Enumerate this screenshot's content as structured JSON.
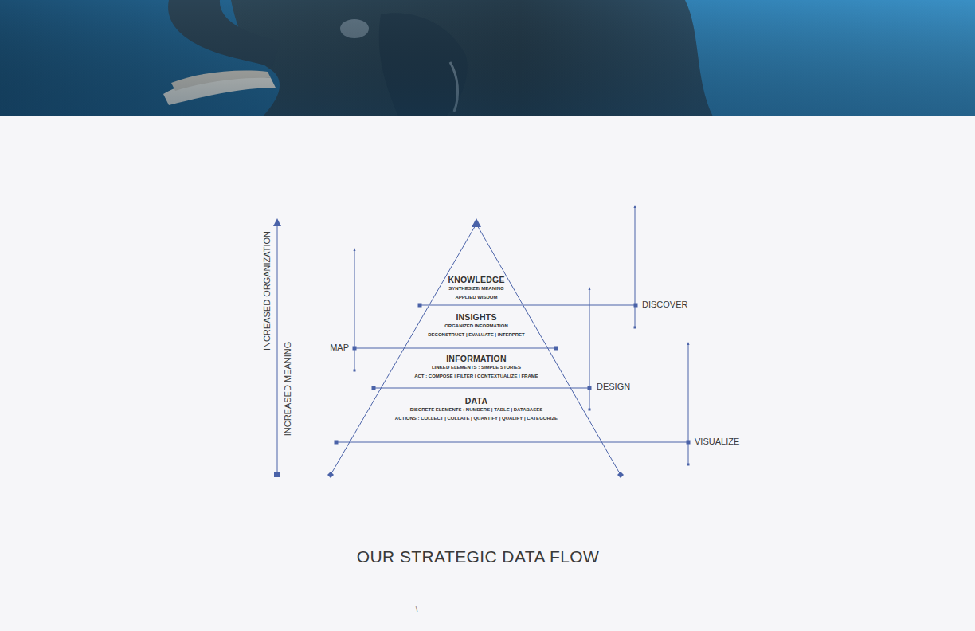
{
  "diagram": {
    "title": "OUR STRATEGIC DATA FLOW",
    "nodes": [
      {
        "text": [
          "KNOWLEDGE",
          "SYNTHESIZE/ MEANING",
          "APPLIED WISDOM"
        ]
      },
      {
        "text": [
          "INSIGHTS",
          "ORGANIZED INFORMATION",
          "DECONSTRUCT | EVALUATE | INTERPRET"
        ]
      },
      {
        "text": [
          "INFORMATION",
          "LINKED ELEMENTS : SIMPLE STORIES",
          "ACT : COMPOSE | FILTER | CONTEXTUALIZE | FRAME"
        ]
      },
      {
        "text": [
          "DATA",
          "DISCRETE ELEMENTS : NUMBERS | TABLE | DATABASES",
          "ACTIONS : COLLECT | COLLATE | QUANTIFY | QUALIFY | CATEGORIZE"
        ]
      }
    ],
    "labels": [
      "INCREASED ORGANIZATION",
      "INCREASED MEANING",
      "DISCOVER",
      "MAP",
      "DESIGN",
      "VISUALIZE",
      "\\"
    ]
  }
}
